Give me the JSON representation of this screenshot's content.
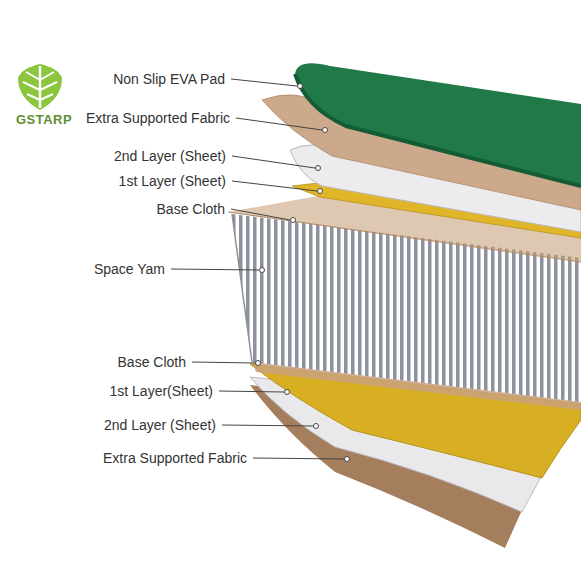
{
  "diagram": {
    "labels": [
      "GSTARP",
      "Non Slip EVA Pad",
      "Extra Supported Fabric",
      "2nd Layer (Sheet)",
      "1st Layer (Sheet)",
      "Base Cloth",
      "Space Yam",
      "Base Cloth",
      "1st Layer(Sheet)",
      "2nd Layer (Sheet)",
      "Extra Supported Fabric"
    ]
  }
}
